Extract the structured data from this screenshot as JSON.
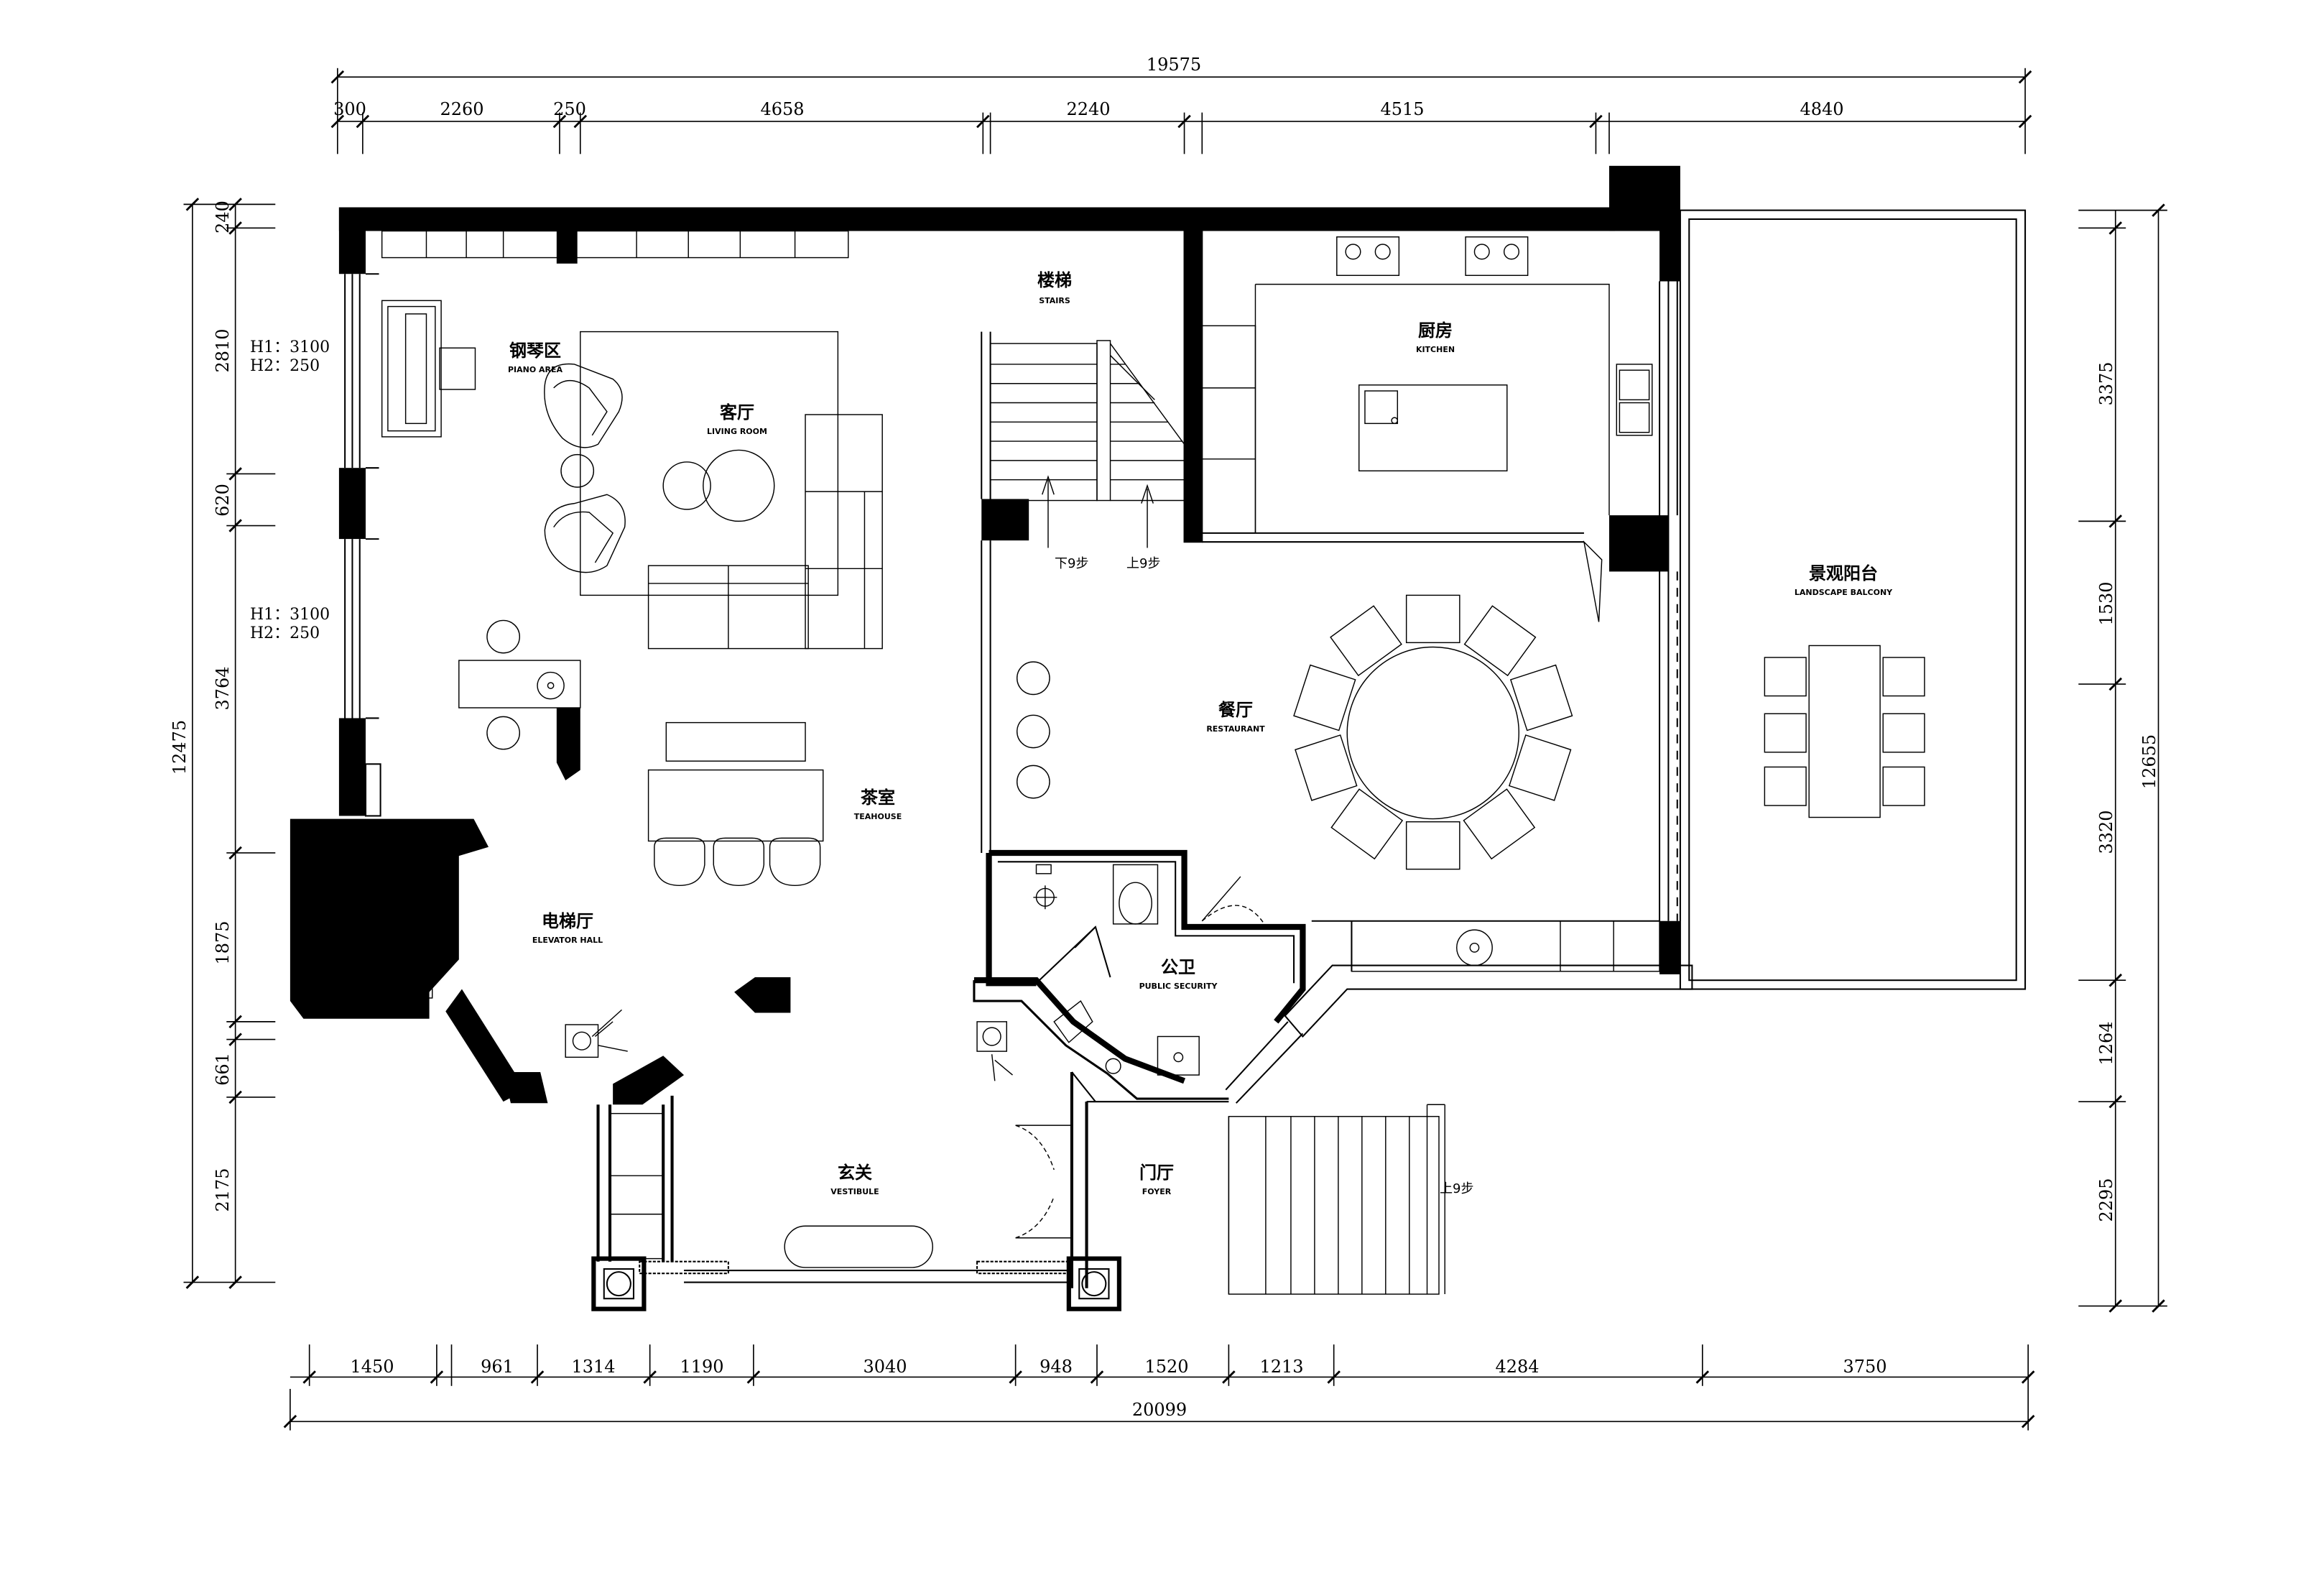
{
  "dimensions": {
    "top_total": "19575",
    "top_segments": [
      "300",
      "2260",
      "250",
      "4658",
      "2240",
      "4515",
      "4840"
    ],
    "bottom_segments": [
      "1450",
      "961",
      "1314",
      "1190",
      "3040",
      "948",
      "1520",
      "1213",
      "4284",
      "3750"
    ],
    "bottom_total": "20099",
    "left_total": "12475",
    "left_segments": [
      "240",
      "2810",
      "620",
      "3764",
      "1875",
      "661",
      "2175"
    ],
    "right_total": "12655",
    "right_segments": [
      "3375",
      "1530",
      "3320",
      "1264",
      "2295"
    ]
  },
  "window_notes": [
    {
      "h1": "H1：3100",
      "h2": "H2：250"
    },
    {
      "h1": "H1：3100",
      "h2": "H2：250"
    }
  ],
  "rooms": {
    "piano": {
      "zh": "钢琴区",
      "en": "PIANO AREA"
    },
    "living": {
      "zh": "客厅",
      "en": "LIVING ROOM"
    },
    "stairs": {
      "zh": "楼梯",
      "en": "STAIRS"
    },
    "kitchen": {
      "zh": "厨房",
      "en": "KITCHEN"
    },
    "balcony": {
      "zh": "景观阳台",
      "en": "LANDSCAPE BALCONY"
    },
    "restaurant": {
      "zh": "餐厅",
      "en": "RESTAURANT"
    },
    "teahouse": {
      "zh": "茶室",
      "en": "TEAHOUSE"
    },
    "elevator": {
      "zh": "电梯厅",
      "en": "ELEVATOR HALL"
    },
    "security": {
      "zh": "公卫",
      "en": "PUBLIC SECURITY"
    },
    "vestibule": {
      "zh": "玄关",
      "en": "VESTIBULE"
    },
    "foyer": {
      "zh": "门厅",
      "en": "FOYER"
    }
  },
  "stair_notes": {
    "down": "下9步",
    "up": "上9步",
    "entry_up": "上9步"
  },
  "colors": {
    "line": "#000000",
    "background": "#ffffff",
    "wall": "#000000"
  }
}
